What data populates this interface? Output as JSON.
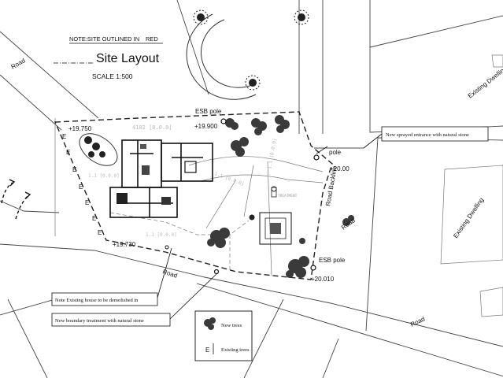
{
  "header": {
    "note": "NOTE:SITE OUTLINED IN",
    "note_color_word": "RED",
    "title": "Site Layout",
    "scale": "SCALE 1:500"
  },
  "roads": [
    "Road",
    "Road",
    "Road",
    "Road Backline",
    "Road"
  ],
  "neighbours": [
    "Existing Dwelling",
    "Existing Dwelling"
  ],
  "levels": [
    "+19.750",
    "+19.900",
    "+20.00",
    "+19.730",
    "+20.010"
  ],
  "poles": [
    "ESB pole",
    "ESB pole",
    "pole"
  ],
  "callouts": {
    "entrance": "New sprayed entrance with natural stone",
    "demolish": "Note Existing house to be demolished in",
    "boundary": "New boundary treatment with natural stone"
  },
  "legend": {
    "new_trees": "New trees",
    "existing_trees_symbol": "E",
    "existing_trees": "Existing trees"
  },
  "tree_marker": "E",
  "colors": {
    "line": "#222222",
    "paper": "#ffffff",
    "faint": "#9a9a9a"
  }
}
